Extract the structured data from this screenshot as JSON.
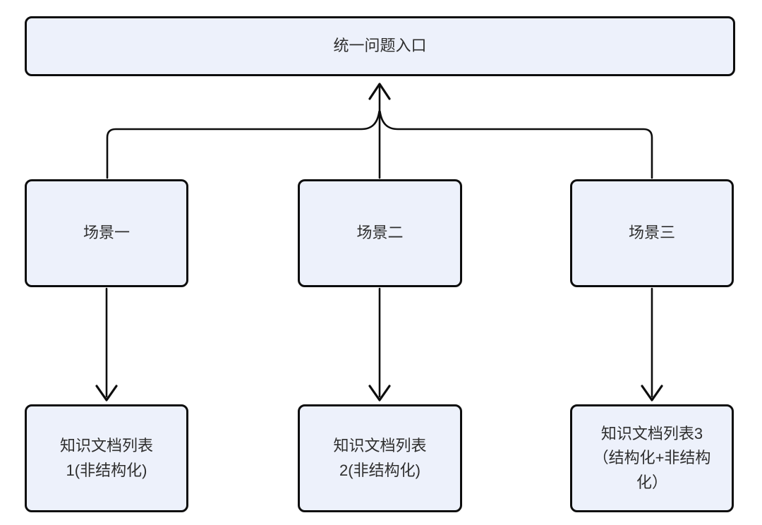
{
  "diagram": {
    "nodes": {
      "entry": {
        "label": "统一问题入口"
      },
      "scenarios": [
        {
          "label": "场景一"
        },
        {
          "label": "场景二"
        },
        {
          "label": "场景三"
        }
      ],
      "doc_lists": [
        {
          "label": "知识文档列表\n1(非结构化)"
        },
        {
          "label": "知识文档列表\n2(非结构化)"
        },
        {
          "label": "知识文档列表3\n（结构化+非结构\n化）"
        }
      ]
    },
    "colors": {
      "node_fill": "#edf1fb",
      "node_border": "#0d0d0d",
      "connector": "#0d0d0d",
      "text": "#2e2e2e",
      "background": "#ffffff"
    }
  }
}
